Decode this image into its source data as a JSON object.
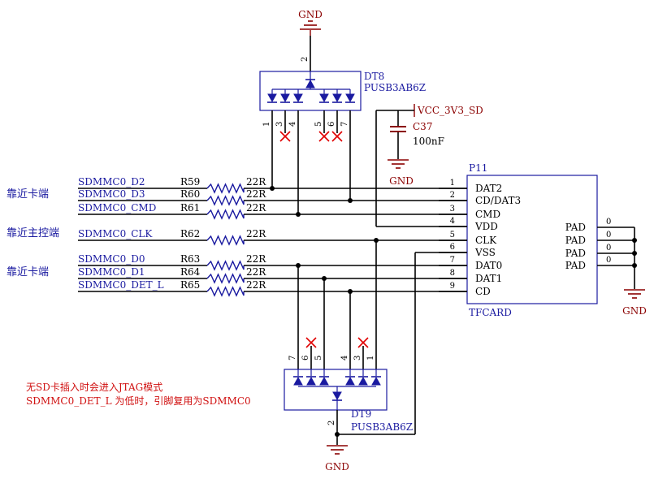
{
  "gnd_label": "GND",
  "vcc_label": "VCC_3V3_SD",
  "dt8": {
    "ref": "DT8",
    "part": "PUSB3AB6Z",
    "pins": [
      "1",
      "2",
      "3",
      "4",
      "5",
      "6",
      "7"
    ]
  },
  "dt9": {
    "ref": "DT9",
    "part": "PUSB3AB6Z",
    "pins": [
      "7",
      "6",
      "5",
      "4",
      "3",
      "1",
      "2"
    ]
  },
  "c37": {
    "ref": "C37",
    "value": "100nF"
  },
  "p11": {
    "ref": "P11",
    "name": "TFCARD",
    "pin_numbers": [
      "1",
      "2",
      "3",
      "4",
      "5",
      "6",
      "7",
      "8",
      "9"
    ],
    "pin_names": [
      "DAT2",
      "CD/DAT3",
      "CMD",
      "VDD",
      "CLK",
      "VSS",
      "DAT0",
      "DAT1",
      "CD"
    ],
    "pad_label": "PAD",
    "pad_number": "0"
  },
  "groups": [
    "靠近卡端",
    "靠近主控端",
    "靠近卡端"
  ],
  "nets": [
    {
      "net": "SDMMC0_D2",
      "res": "R59",
      "val": "22R"
    },
    {
      "net": "SDMMC0_D3",
      "res": "R60",
      "val": "22R"
    },
    {
      "net": "SDMMC0_CMD",
      "res": "R61",
      "val": "22R"
    },
    {
      "net": "SDMMC0_CLK",
      "res": "R62",
      "val": "22R"
    },
    {
      "net": "SDMMC0_D0",
      "res": "R63",
      "val": "22R"
    },
    {
      "net": "SDMMC0_D1",
      "res": "R64",
      "val": "22R"
    },
    {
      "net": "SDMMC0_DET_L",
      "res": "R65",
      "val": "22R"
    }
  ],
  "note": {
    "line1": "无SD卡插入时会进入JTAG模式",
    "line2": "SDMMC0_DET_L 为低时，引脚复用为SDMMC0"
  }
}
